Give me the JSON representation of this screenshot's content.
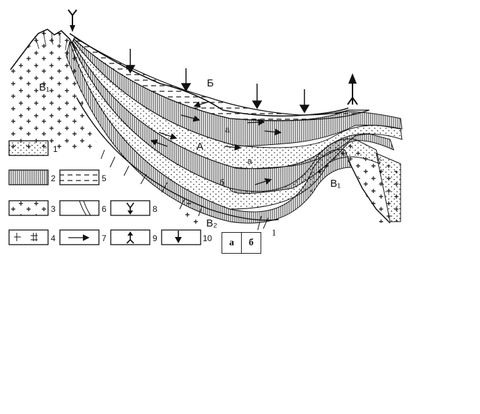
{
  "section": {
    "label_A": "А",
    "label_B": "Б",
    "label_a1": "а",
    "label_a2": "а",
    "label_6": "б",
    "label_B1_left": "В₁",
    "label_B1_right": "В₁",
    "label_B2": "В₂"
  },
  "legend": {
    "items": [
      {
        "num": "1",
        "pattern": "dots"
      },
      {
        "num": "2",
        "pattern": "vertical-lines"
      },
      {
        "num": "3",
        "pattern": "crosses"
      },
      {
        "num": "4",
        "pattern": "crossed-lines"
      },
      {
        "num": "5",
        "pattern": "dashes"
      },
      {
        "num": "6",
        "pattern": "fault"
      },
      {
        "num": "7",
        "pattern": "flow-arrow"
      },
      {
        "num": "8",
        "pattern": "down-arrow-discharge"
      },
      {
        "num": "9",
        "pattern": "up-arrow-discharge"
      },
      {
        "num": "10",
        "pattern": "infiltration-arrow"
      }
    ]
  },
  "table": {
    "cell_a": "а",
    "cell_b": "б"
  },
  "page_number": "1",
  "colors": {
    "ink": "#111111",
    "paper": "#ffffff"
  }
}
